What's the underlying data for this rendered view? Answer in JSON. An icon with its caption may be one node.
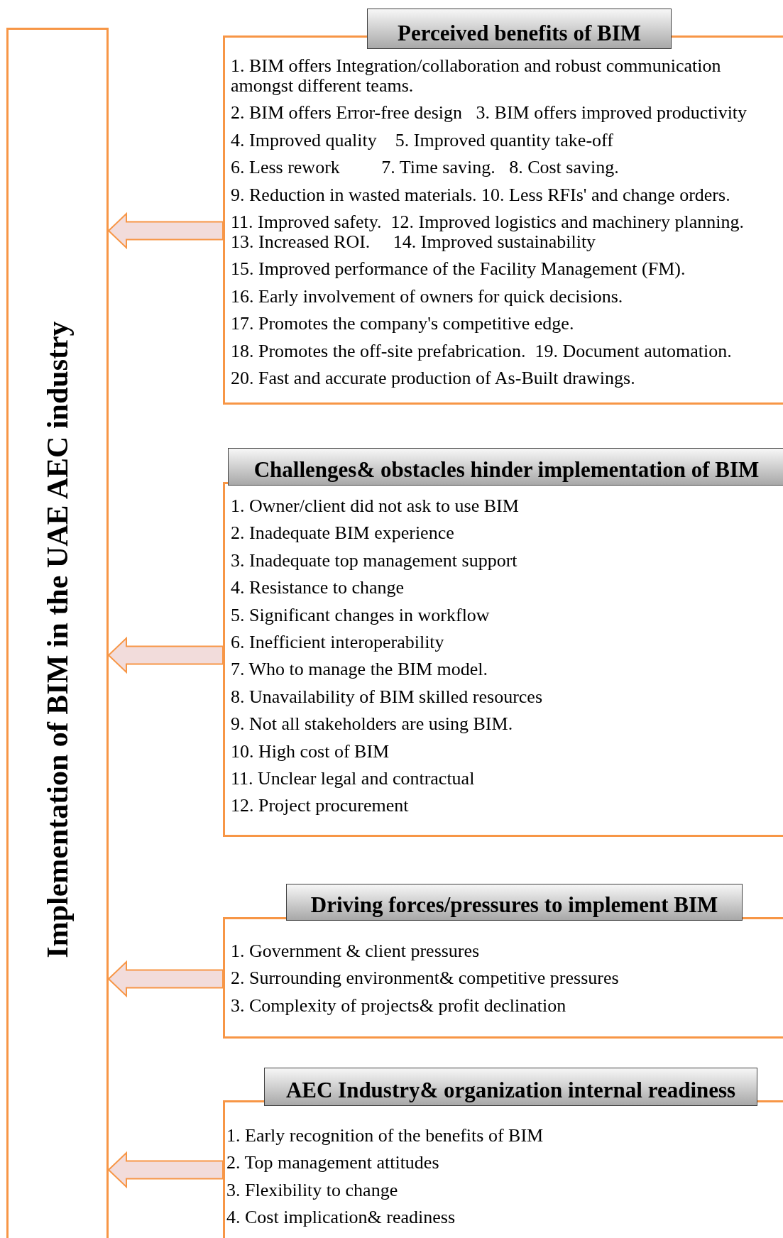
{
  "diagram": {
    "nodes": [
      {
        "text": [
          "Implementation of BIM in the UAE AEC industry"
        ]
      },
      {
        "text": [
          "Perceived benefits of BIM",
          "1. BIM offers Integration/collaboration and robust communication amongst different teams.",
          "2. BIM offers Error-free design   3. BIM offers improved productivity",
          "4. Improved quality    5. Improved quantity take-off",
          "6. Less rework         7. Time saving.   8. Cost saving.",
          "9. Reduction in wasted materials. 10. Less RFIs' and change orders.",
          "11. Improved safety.  12. Improved logistics and machinery planning.",
          "13. Increased ROI.     14. Improved sustainability",
          "15. Improved performance of the Facility Management (FM).",
          "16. Early involvement of owners for quick decisions.",
          "17. Promotes the company's competitive edge.",
          "18. Promotes the off-site prefabrication.  19. Document automation.",
          "20. Fast and accurate production of As-Built drawings."
        ]
      },
      {
        "text": [
          "Challenges& obstacles hinder implementation of BIM",
          "1. Owner/client did not ask to use BIM",
          "2. Inadequate BIM experience",
          "3. Inadequate top management support",
          "4. Resistance to change",
          "5. Significant changes in workflow",
          "6. Inefficient interoperability",
          "7. Who to manage the BIM model.",
          "8. Unavailability of BIM skilled resources",
          "9. Not all stakeholders are using BIM.",
          "10. High cost of BIM",
          "11. Unclear legal and contractual",
          "12. Project procurement"
        ]
      },
      {
        "text": [
          "Driving forces/pressures to implement BIM",
          "1. Government & client pressures",
          "2. Surrounding environment& competitive pressures",
          "3. Complexity of projects& profit declination"
        ]
      },
      {
        "text": [
          "AEC Industry& organization internal readiness",
          "1. Early recognition of the benefits of BIM",
          "2. Top management attitudes",
          "3. Flexibility to change",
          "4. Cost implication& readiness"
        ]
      }
    ],
    "edges": [
      {
        "from": 1,
        "to": 0,
        "arrow": "to"
      },
      {
        "from": 2,
        "to": 0,
        "arrow": "to"
      },
      {
        "from": 3,
        "to": 0,
        "arrow": "to"
      },
      {
        "from": 4,
        "to": 0,
        "arrow": "to"
      }
    ]
  }
}
